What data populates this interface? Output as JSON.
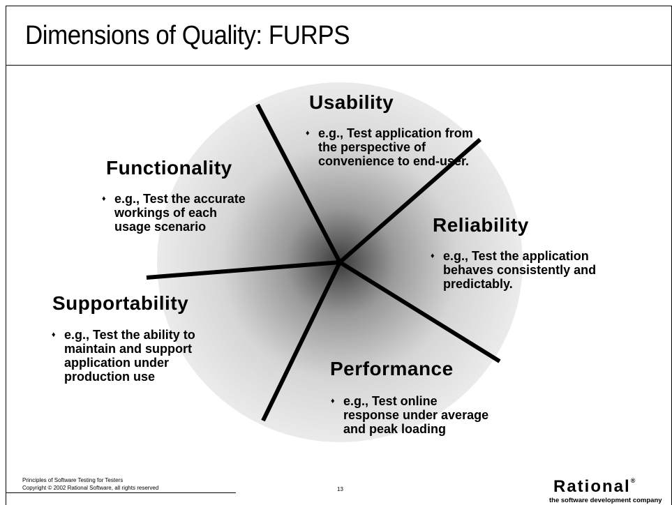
{
  "title": "Dimensions of Quality: FURPS",
  "sections": {
    "usability": {
      "heading": "Usability",
      "lines": [
        "e.g., Test application from",
        "the perspective of",
        "convenience to end-user."
      ]
    },
    "functionality": {
      "heading": "Functionality",
      "lines": [
        "e.g., Test the accurate",
        "workings of each",
        "usage scenario"
      ]
    },
    "reliability": {
      "heading": "Reliability",
      "lines": [
        "e.g., Test the application",
        "behaves consistently and",
        "predictably."
      ]
    },
    "supportability": {
      "heading": "Supportability",
      "lines": [
        "e.g., Test the ability to",
        "maintain and support",
        "application under",
        "production use"
      ]
    },
    "performance": {
      "heading": "Performance",
      "lines": [
        "e.g., Test online",
        "response under average",
        "and peak loading"
      ]
    }
  },
  "bullet_symbol": "♦",
  "footer": {
    "course": "Principles of Software Testing for Testers",
    "copyright": "Copyright © 2002 Rational Software, all rights reserved",
    "page_number": "13",
    "logo_text": "Rational",
    "logo_mark": "®",
    "tagline": "the software development company"
  }
}
